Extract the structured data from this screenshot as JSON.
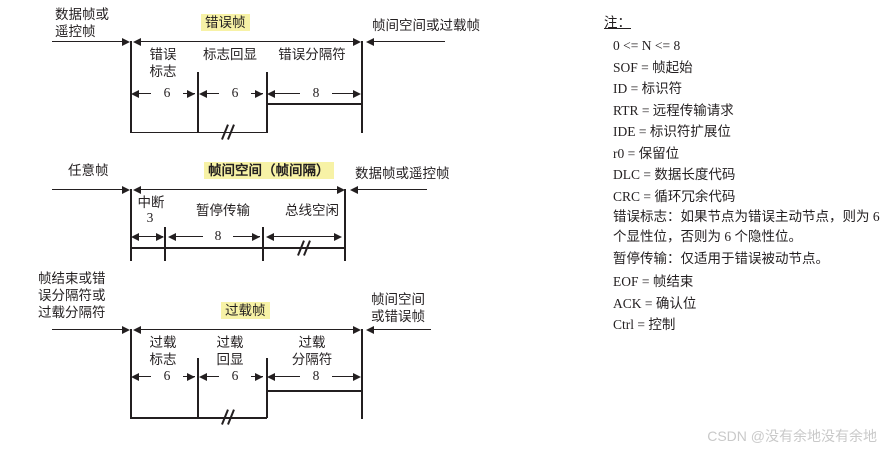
{
  "diagrams": [
    {
      "id": "error-frame",
      "left_label": "数据帧或\n遥控帧",
      "left_label_l1": "数据帧或",
      "left_label_l2": "遥控帧",
      "title": "错误帧",
      "right_label": "帧间空间或过载帧",
      "segments": [
        {
          "name": "错误\n标志",
          "line1": "错误",
          "line2": "标志",
          "bits": "6"
        },
        {
          "name": "标志回显",
          "line1": "标志回显",
          "line2": "",
          "bits": "6"
        },
        {
          "name": "错误分隔符",
          "line1": "错误分隔符",
          "line2": "",
          "bits": "8"
        }
      ]
    },
    {
      "id": "interframe-space",
      "left_label_l1": "任意帧",
      "left_label_l2": "",
      "title": "帧间空间（帧间隔）",
      "right_label": "数据帧或遥控帧",
      "segments": [
        {
          "line1": "中断",
          "line2": "",
          "bits": "3"
        },
        {
          "line1": "暂停传输",
          "line2": "",
          "bits": "8"
        },
        {
          "line1": "总线空闲",
          "line2": "",
          "bits": ""
        }
      ]
    },
    {
      "id": "overload-frame",
      "left_label_l1": "帧结束或错",
      "left_label_l2": "误分隔符或",
      "left_label_l3": "过载分隔符",
      "title": "过载帧",
      "right_label_l1": "帧间空间",
      "right_label_l2": "或错误帧",
      "segments": [
        {
          "line1": "过载",
          "line2": "标志",
          "bits": "6"
        },
        {
          "line1": "过载",
          "line2": "回显",
          "bits": "6"
        },
        {
          "line1": "过载",
          "line2": "分隔符",
          "bits": "8"
        }
      ]
    }
  ],
  "notes": {
    "title": "注：",
    "items": [
      "0 <= N <= 8",
      "SOF = 帧起始",
      "ID = 标识符",
      "RTR = 远程传输请求",
      "IDE = 标识符扩展位",
      "r0 = 保留位",
      "DLC = 数据长度代码",
      "CRC = 循环冗余代码",
      "错误标志：如果节点为错误主动节点，则为 6 个显性位，否则为 6 个隐性位。",
      "暂停传输：仅适用于错误被动节点。",
      "EOF = 帧结束",
      "ACK = 确认位",
      "Ctrl = 控制"
    ],
    "item_0": "0 <= N <= 8",
    "item_1": "SOF = 帧起始",
    "item_2": "ID = 标识符",
    "item_3": "RTR = 远程传输请求",
    "item_4": "IDE = 标识符扩展位",
    "item_5": "r0 = 保留位",
    "item_6": "DLC = 数据长度代码",
    "item_7": "CRC = 循环冗余代码",
    "item_8": "错误标志：如果节点为错误主动节点，则为 6 个显性位，否则为 6 个隐性位。",
    "item_9": "暂停传输：仅适用于错误被动节点。",
    "item_10": "EOF = 帧结束",
    "item_11": "ACK = 确认位",
    "item_12": "Ctrl = 控制"
  },
  "watermark": "CSDN @没有余地没有余地",
  "colors": {
    "ink": "#231f20",
    "highlight": "#f7f2a6",
    "watermark": "#c9c9c9",
    "background": "#ffffff"
  }
}
